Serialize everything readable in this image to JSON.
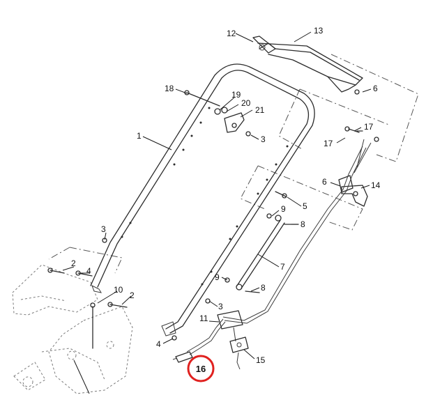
{
  "diagram": {
    "labels": {
      "l1": "1",
      "l2a": "2",
      "l2b": "2",
      "l3a": "3",
      "l3b": "3",
      "l3c": "3",
      "l4a": "4",
      "l4b": "4",
      "l5": "5",
      "l6a": "6",
      "l6b": "6",
      "l7": "7",
      "l8a": "8",
      "l8b": "8",
      "l9a": "9",
      "l9b": "9",
      "l10": "10",
      "l11": "11",
      "l12": "12",
      "l13": "13",
      "l14": "14",
      "l15": "15",
      "l16": "16",
      "l17a": "17",
      "l17b": "17",
      "l18": "18",
      "l19": "19",
      "l20": "20",
      "l21": "21"
    },
    "highlight": {
      "part": "16",
      "color": "#e0211f"
    }
  }
}
